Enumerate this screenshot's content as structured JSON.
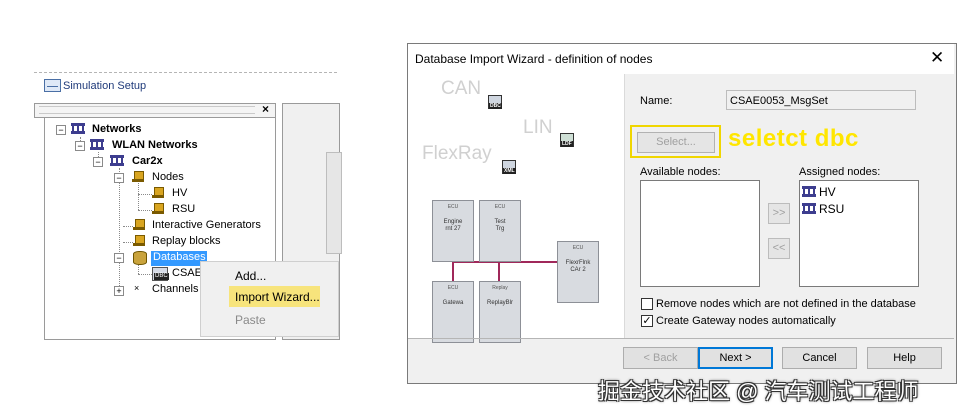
{
  "simulation_setup": {
    "title": "Simulation Setup",
    "toolbar_close": "×",
    "tree": {
      "networks": "Networks",
      "wlan_networks": "WLAN Networks",
      "car2x": "Car2x",
      "nodes": "Nodes",
      "hv": "HV",
      "rsu": "RSU",
      "interactive_generators": "Interactive Generators",
      "replay_blocks": "Replay blocks",
      "databases": "Databases",
      "csae": "CSAE(",
      "channels": "Channels"
    },
    "context_menu": {
      "add": "Add...",
      "import_wizard": "Import Wizard...",
      "paste": "Paste"
    },
    "highlight_color": "#f7e47c",
    "selection_color": "#3399ff"
  },
  "dialog": {
    "title": "Database Import Wizard - definition of nodes",
    "close": "✕",
    "diagram": {
      "can": "CAN",
      "lin": "LIN",
      "flexray": "FlexRay",
      "dbc_tag": "DBC",
      "ldf_tag": "LDF",
      "xml_tag": "XML",
      "ecu1_top": "ECU",
      "ecu1_label": "Engine\nrnt 27",
      "ecu2_top": "ECU",
      "ecu2_label": "Test\nTrg",
      "ecu3_top": "ECU",
      "ecu3_label": "FlexrFlnk\nCAr 2",
      "ecu4_top": "ECU",
      "ecu4_label": "Gatewa",
      "ecu5_top": "Replay",
      "ecu5_label": "ReplayBlr"
    },
    "name_label": "Name:",
    "name_value": "CSAE0053_MsgSet",
    "select_button": "Select...",
    "annotation": "seletct dbc",
    "available_nodes_label": "Available nodes:",
    "assigned_nodes_label": "Assigned nodes:",
    "assigned_nodes": [
      "HV",
      "RSU"
    ],
    "add_arrow": ">>",
    "remove_arrow": "<<",
    "remove_nodes_option": "Remove nodes which are not defined in the database",
    "remove_nodes_checked": false,
    "create_gateway_option": "Create Gateway nodes automatically",
    "create_gateway_checked": true,
    "checkmark": "✓",
    "buttons": {
      "back": "< Back",
      "next": "Next >",
      "cancel": "Cancel",
      "help": "Help"
    },
    "annotation_color": "#ffe600",
    "bus_color": "#a0285a"
  },
  "watermark": "掘金技术社区 @ 汽车测试工程师"
}
